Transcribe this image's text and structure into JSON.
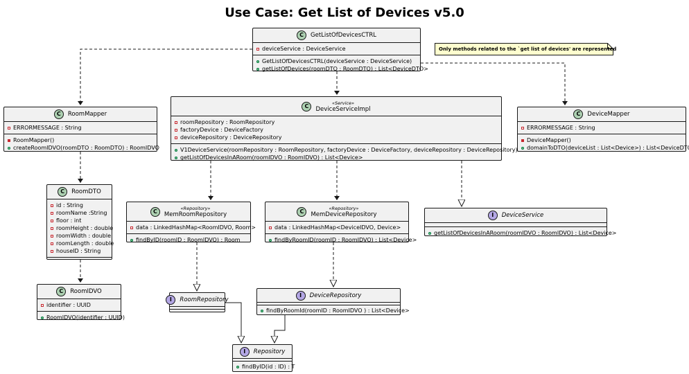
{
  "title": "Use Case: Get List of Devices v5.0",
  "note": "Only methods related to the `get list of devices' are represented",
  "classes": {
    "ctrl": {
      "badge": "C",
      "name": "GetListOfDevicesCTRL",
      "attrs": [
        "deviceService : DeviceService"
      ],
      "methods": [
        "GetListOfDevicesCTRL(deviceService : DeviceService)",
        "getListOfDevices(roomDTO : RoomDTO) : List<DeviceDTO>"
      ]
    },
    "service_impl": {
      "badge": "C",
      "stereotype": "«Service»",
      "name": "DeviceServiceImpl",
      "attrs": [
        "roomRepository : RoomRepository",
        "factoryDevice : DeviceFactory",
        "deviceRepository : DeviceRepository"
      ],
      "methods": [
        "V1DeviceService(roomRepository : RoomRepository, factoryDevice : DeviceFactory, deviceRepository : DeviceRepository)",
        "getListOfDevicesInARoom(roomIDVO : RoomIDVO) : List<Device>"
      ]
    },
    "room_mapper": {
      "badge": "C",
      "name": "RoomMapper",
      "attrs": [
        "ERRORMESSAGE : String"
      ],
      "methods": [
        "RoomMapper()",
        "createRoomIDVO(roomDTO : RoomDTO) : RoomIDVO"
      ]
    },
    "device_mapper": {
      "badge": "C",
      "name": "DeviceMapper",
      "attrs": [
        "ERRORMESSAGE : String"
      ],
      "methods": [
        "DeviceMapper()",
        "domainToDTO(deviceList : List<Device>) : List<DeviceDTO>"
      ]
    },
    "room_dto": {
      "badge": "C",
      "name": "RoomDTO",
      "attrs": [
        "id : String",
        "roomName :String",
        "floor : int",
        "roomHeight : double",
        "roomWidth : double",
        "roomLength : double",
        "houseID : String"
      ]
    },
    "room_idvo": {
      "badge": "C",
      "name": "RoomIDVO",
      "attrs": [
        "identifier : UUID"
      ],
      "methods": [
        "RoomIDVO(identifier : UUID)"
      ]
    },
    "mem_room_repo": {
      "badge": "C",
      "stereotype": "«Repository»",
      "name": "MemRoomRepository",
      "attrs": [
        "data : LinkedHashMap<RoomIDVO, Room>"
      ],
      "methods": [
        "findByID(roomID : RoomIDVO) : Room"
      ]
    },
    "mem_device_repo": {
      "badge": "C",
      "stereotype": "«Repository»",
      "name": "MemDeviceRepository",
      "attrs": [
        "data : LinkedHashMap<DeviceIDVO, Device>"
      ],
      "methods": [
        "findByRoomID(roomID : RoomIDVO) : List<Device>"
      ]
    },
    "device_service": {
      "badge": "I",
      "name": "DeviceService",
      "methods": [
        "getListOfDevicesInARoom(roomIDVO : RoomIDVO) : List<Device>"
      ]
    },
    "room_repository": {
      "badge": "I",
      "name": "RoomRepository"
    },
    "device_repository": {
      "badge": "I",
      "name": "DeviceRepository",
      "methods": [
        "findByRoomId(roomID : RoomIDVO ) : List<Device>"
      ]
    },
    "repository": {
      "badge": "I",
      "name": "Repository",
      "methods": [
        "findByID(id : ID) : T"
      ]
    }
  }
}
